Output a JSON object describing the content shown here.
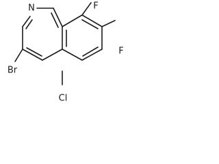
{
  "molecule": {
    "atoms": {
      "nitrogen": "N",
      "fluorine_top": "F",
      "fluorine_right": "F",
      "bromine": "Br",
      "chlorine": "Cl"
    }
  },
  "colors": {
    "bond": "#1a1a1a",
    "label": "#1a1a1a",
    "background": "#ffffff"
  }
}
